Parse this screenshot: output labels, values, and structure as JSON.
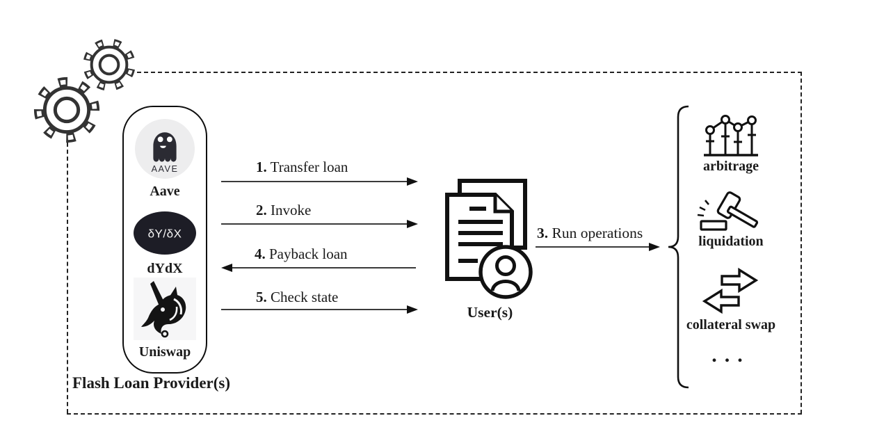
{
  "canvas": {
    "background": "#ffffff",
    "ink": "#1a1a1a",
    "gear_color": "#333333"
  },
  "frame": {
    "label": "Flash Loan Provider(s)",
    "style": "dashed-border",
    "decor_icons": [
      "gear-icon",
      "gear-icon"
    ]
  },
  "providers": {
    "items": [
      {
        "name": "Aave",
        "icon": "aave-ghost-icon",
        "logo_text": "AAVE",
        "logo_bg": "#ededee",
        "logo_fg": "#2b2b33"
      },
      {
        "name": "dYdX",
        "icon": "dydx-icon",
        "logo_text": "δY/δX",
        "logo_bg": "#1d1d26",
        "logo_fg": "#ffffff"
      },
      {
        "name": "Uniswap",
        "icon": "uniswap-unicorn-icon",
        "logo_text": "",
        "logo_bg": "#f6f6f7",
        "logo_fg": "#141414"
      }
    ]
  },
  "flows": [
    {
      "num": "1.",
      "text": "Transfer loan",
      "direction": "right"
    },
    {
      "num": "2.",
      "text": "Invoke",
      "direction": "right"
    },
    {
      "num": "4.",
      "text": "Payback loan",
      "direction": "left"
    },
    {
      "num": "5.",
      "text": "Check state",
      "direction": "right"
    }
  ],
  "user": {
    "label": "User(s)",
    "icon": "user-documents-icon"
  },
  "run": {
    "num": "3.",
    "text": "Run operations",
    "direction": "right"
  },
  "operations": [
    {
      "label": "arbitrage",
      "icon": "chart-markers-icon"
    },
    {
      "label": "liquidation",
      "icon": "gavel-icon"
    },
    {
      "label": "collateral swap",
      "icon": "swap-arrows-icon"
    },
    {
      "label": "...",
      "icon": "ellipsis"
    }
  ]
}
